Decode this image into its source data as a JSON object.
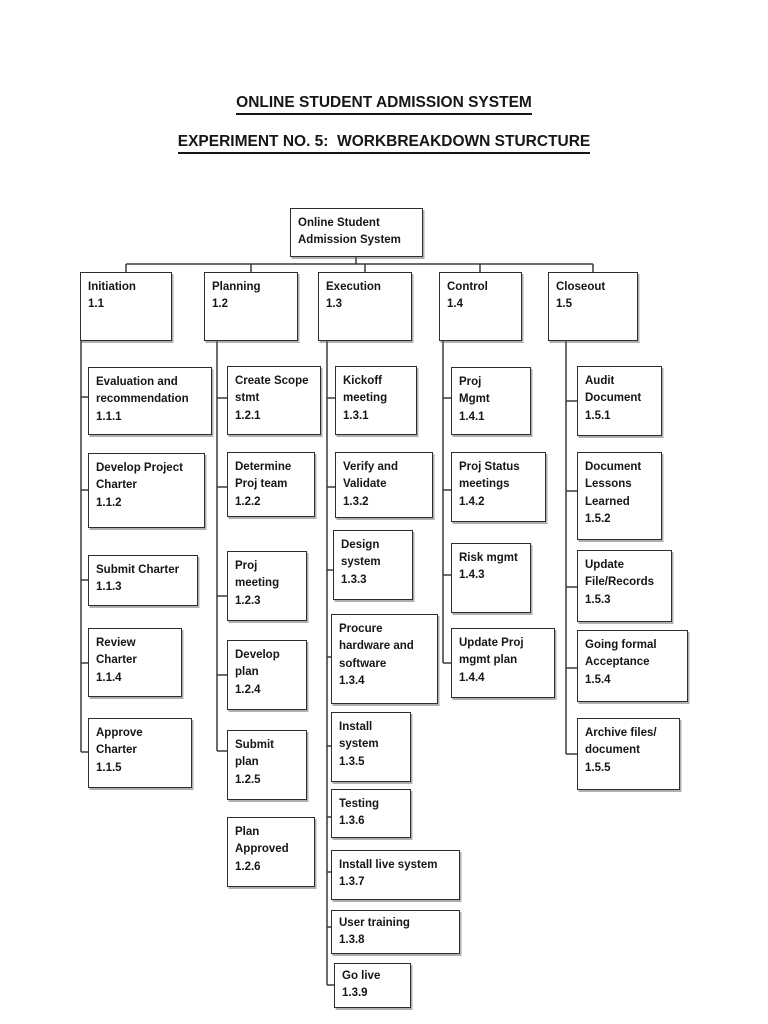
{
  "document": {
    "title": "ONLINE STUDENT ADMISSION SYSTEM",
    "subtitle": "EXPERIMENT NO. 5:  WORKBREAKDOWN STURCTURE"
  },
  "wbs": {
    "root": {
      "label": "Online Student Admission System"
    },
    "phases": [
      {
        "label": "Initiation",
        "code": "1.1",
        "children": [
          {
            "label": "Evaluation and recommendation",
            "code": "1.1.1"
          },
          {
            "label": "Develop Project Charter",
            "code": "1.1.2"
          },
          {
            "label": "Submit Charter",
            "code": "1.1.3"
          },
          {
            "label": "Review Charter",
            "code": "1.1.4"
          },
          {
            "label": "Approve Charter",
            "code": "1.1.5"
          }
        ]
      },
      {
        "label": "Planning",
        "code": "1.2",
        "children": [
          {
            "label": "Create Scope stmt",
            "code": "1.2.1"
          },
          {
            "label": "Determine Proj team",
            "code": "1.2.2"
          },
          {
            "label": "Proj meeting",
            "code": "1.2.3"
          },
          {
            "label": "Develop plan",
            "code": "1.2.4"
          },
          {
            "label": "Submit plan",
            "code": "1.2.5"
          },
          {
            "label": "Plan Approved",
            "code": "1.2.6"
          }
        ]
      },
      {
        "label": "Execution",
        "code": "1.3",
        "children": [
          {
            "label": "Kickoff meeting",
            "code": "1.3.1"
          },
          {
            "label": "Verify and Validate",
            "code": "1.3.2"
          },
          {
            "label": "Design system",
            "code": "1.3.3"
          },
          {
            "label": "Procure hardware and software",
            "code": "1.3.4"
          },
          {
            "label": "Install system",
            "code": "1.3.5"
          },
          {
            "label": "Testing",
            "code": "1.3.6"
          },
          {
            "label": "Install live system",
            "code": "1.3.7"
          },
          {
            "label": "User training",
            "code": "1.3.8"
          },
          {
            "label": "Go live",
            "code": "1.3.9"
          }
        ]
      },
      {
        "label": "Control",
        "code": "1.4",
        "children": [
          {
            "label": "Proj\nMgmt",
            "code": "1.4.1"
          },
          {
            "label": "Proj Status meetings",
            "code": "1.4.2"
          },
          {
            "label": "Risk mgmt",
            "code": "1.4.3"
          },
          {
            "label": "Update Proj mgmt plan",
            "code": "1.4.4"
          }
        ]
      },
      {
        "label": "Closeout",
        "code": "1.5",
        "children": [
          {
            "label": "Audit Document",
            "code": "1.5.1"
          },
          {
            "label": "Document Lessons Learned",
            "code": "1.5.2"
          },
          {
            "label": "Update File/Records",
            "code": "1.5.3"
          },
          {
            "label": "Going formal Acceptance",
            "code": "1.5.4"
          },
          {
            "label": "Archive files/ document",
            "code": "1.5.5"
          }
        ]
      }
    ]
  }
}
